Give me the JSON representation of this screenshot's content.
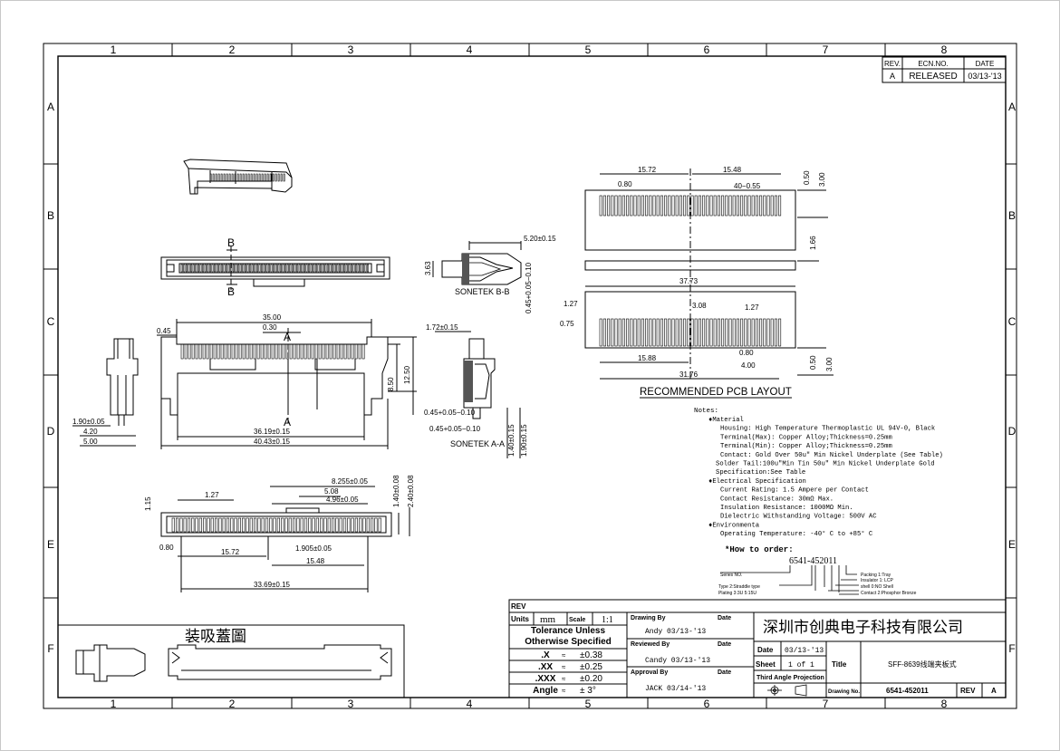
{
  "frame": {
    "columns": [
      "1",
      "2",
      "3",
      "4",
      "5",
      "6",
      "7",
      "8"
    ],
    "rows": [
      "A",
      "B",
      "C",
      "D",
      "E",
      "F"
    ]
  },
  "revision_block": {
    "headers": [
      "REV.",
      "ECN.NO.",
      "DATE"
    ],
    "values": [
      "A",
      "RELEASED",
      "03/13-'13"
    ]
  },
  "views": {
    "section_b_marker": "B",
    "section_a_marker": "A",
    "section_bb_title": "SONETEK B-B",
    "section_aa_title": "SONETEK A-A",
    "pcb_title": "RECOMMENDED PCB LAYOUT",
    "box_label": "装吸蓋圖"
  },
  "dimensions": {
    "front": [
      "35.00",
      "0.30",
      "0.45",
      "8.50",
      "12.50",
      "1.90±0.05",
      "4.20",
      "5.00",
      "36.19±0.15",
      "40.43±0.15"
    ],
    "bottom": [
      "8.255±0.05",
      "5.08",
      "4.96±0.05",
      "1.27",
      "1.15",
      "1.40±0.08",
      "2.40±0.08",
      "0.80",
      "15.72",
      "1.905±0.05",
      "15.48",
      "33.69±0.15"
    ],
    "bb": [
      "5.20±0.15",
      "3.63",
      "0.45+0.05−0.10"
    ],
    "aa": [
      "1.72±0.15",
      "0.45+0.05−0.10",
      "0.45+0.05−0.10",
      "1.40±0.15",
      "1.90±0.15"
    ],
    "pcb": [
      "15.72",
      "15.48",
      "0.80",
      "40−0.55",
      "0.50",
      "3.00",
      "1.66",
      "37.73",
      "1.27",
      "3.08",
      "1.27",
      "0.75",
      "0.80",
      "15.88",
      "4.00",
      "31.76",
      "0.50",
      "3.00"
    ]
  },
  "notes": {
    "heading": "Notes:",
    "lines": [
      "♦Material",
      "Housing: High Temperature Thermoplastic UL 94V-0, Black",
      "Terminal(Max): Copper Alloy;Thickness=0.25mm",
      "Terminal(Min): Copper Alloy;Thickness=0.25mm",
      "Contact: Gold Over 50u\" Min Nickel Underplate  (See Table)",
      "Solder Tail:100u\"Min Tin 50u\" Min Nickel Underplate Gold",
      "Specification:See Table",
      "♦Electrical Specification",
      "Current Rating: 1.5 Ampere per Contact",
      "Contact Resistance: 30mΩ Max.",
      "Insulation Resistance: 1000MΩ Min.",
      "Dielectric Withstanding Voltage: 500V AC",
      "♦Environmenta",
      "Operating Temperature: -40° C to +85° C"
    ],
    "order_title": "*How to order:",
    "order_code": "6541-452011",
    "order_legend": [
      "Series NO.",
      "Type 2:Straddle type",
      "Plating 3:3U  5:15U",
      "Packing 1:Tray",
      "Insulator 1: LCP",
      "shell  0:NO Shell",
      "Contact 2:Phosphor Bronze"
    ]
  },
  "title_block": {
    "rev_label": "REV",
    "units_label": "Units",
    "units_value": "mm",
    "scale_label": "Scale",
    "scale_value": "1:1",
    "tolerance_title": "Tolerance Unless Otherwise Specified",
    "tolerances": [
      {
        "label": ".X",
        "value": "±0.38"
      },
      {
        "label": ".XX",
        "value": "±0.25"
      },
      {
        "label": ".XXX",
        "value": "±0.20"
      },
      {
        "label": "Angle",
        "value": "± 3°"
      }
    ],
    "drawing_by_label": "Drawing By",
    "drawing_by": "Andy 03/13-'13",
    "reviewed_by_label": "Reviewed By",
    "reviewed_by": "Candy 03/13-'13",
    "approval_by_label": "Approval By",
    "approval_by": "JACK 03/14-'13",
    "date_label": "Date",
    "company": "深圳市创典电子科技有限公司",
    "date_label2": "Date",
    "date_value": "03/13-'13",
    "sheet_label": "Sheet",
    "sheet_value": "1 of 1",
    "title_label": "Title",
    "title_value": "SFF-8639线端夹板式",
    "projection_label": "Third Angle Projection",
    "drawing_no_label": "Drawing No.",
    "drawing_no": "6541-452011",
    "rev_label2": "REV",
    "rev_value": "A"
  }
}
